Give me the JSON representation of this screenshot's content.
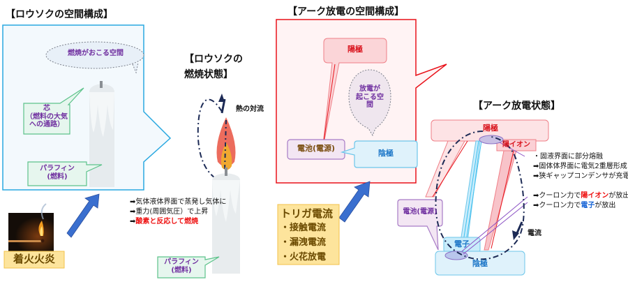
{
  "candle_space": {
    "title": "【ロウソクの空間構成】",
    "combustion_space_label": "燃焼がおこる空間",
    "wick_label": [
      "芯",
      "（燃料の大気",
      "への通路）"
    ],
    "paraffin_label": [
      "パラフィン",
      "(燃料)"
    ]
  },
  "ignition": {
    "label": "着火火炎"
  },
  "candle_state": {
    "title_lines": [
      "【ロウソクの",
      "燃焼状態】"
    ],
    "convection_label": "熱の対流",
    "notes": [
      {
        "prefix": "➡",
        "text": "気体液体界面で蒸発し気体に",
        "style": "normal"
      },
      {
        "prefix": "➡",
        "text": "重力(周囲気圧）で上昇",
        "style": "normal"
      },
      {
        "prefix": "➡",
        "text": "酸素と反応して燃焼",
        "style": "red"
      }
    ],
    "paraffin_label": [
      "パラフィン",
      "(燃料)"
    ]
  },
  "arc_space": {
    "title": "【アーク放電の空間構成】",
    "anode_label": "陽極",
    "discharge_space_label": [
      "放電が",
      "起こる空",
      "間"
    ],
    "battery_label": "電池(電源)",
    "cathode_label": "陰極"
  },
  "trigger": {
    "title": "トリガ電流",
    "items": [
      "・接触電流",
      "・漏洩電流",
      "・火花放電"
    ]
  },
  "arc_state": {
    "title": "【アーク放電状態】",
    "anode_label": "陽極",
    "positive_ion_label": "陽イオン",
    "cathode_label": "陰極",
    "electron_label": "電子",
    "battery_label": "電池(電源)",
    "current_label": "電流",
    "notes_group1": [
      {
        "prefix": "・",
        "text": "固液界面に部分熔融"
      },
      {
        "prefix": "➡",
        "text": "固体体界面に電気2重層形成"
      },
      {
        "prefix": "➡",
        "text": "狭ギャップコンデンサが充電"
      }
    ],
    "notes_group2": [
      {
        "prefix": "➡",
        "pre": "クーロン力で",
        "highlight": "陽イオン",
        "highlight_color": "red",
        "post": "が放出"
      },
      {
        "prefix": "➡",
        "pre": "クーロン力で",
        "highlight": "電子",
        "highlight_color": "blue",
        "post": "が放出"
      }
    ]
  },
  "colors": {
    "candle_frame": "#29a8e0",
    "candle_frame_fill": "#f3f9fd",
    "arc_frame": "#e8121a",
    "arc_frame_fill": "#fff3f4",
    "label_purple": "#7030a0",
    "label_green_border": "#5cc28a",
    "label_green_fill": "#e6f6ee",
    "anode_red": "#d9141e",
    "anode_fill": "#fde3e5",
    "cathode_blue": "#1f78c8",
    "cathode_fill": "#dff2fb",
    "battery_text": "#7a4e10",
    "battery_fill": "#f3e6f3",
    "battery_border": "#a77bc6",
    "arrow_blue": "#3a6fcf",
    "gold_fill": "#fde49c",
    "gold_text": "#6b4a00",
    "flame_outer": "#ec6c5d",
    "flame_inner": "#f0a830",
    "dash_navy": "#1c2a55"
  }
}
